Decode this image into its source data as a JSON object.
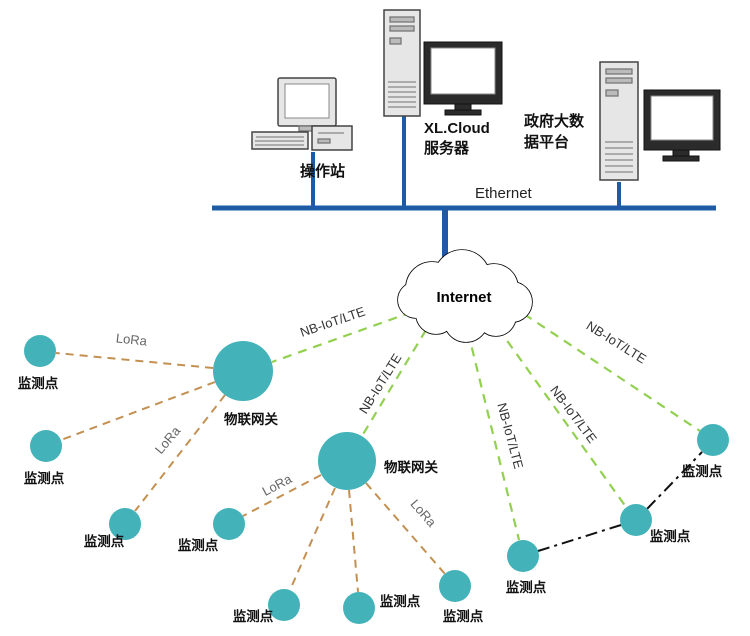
{
  "colors": {
    "node": "#43b3b9",
    "ethernet": "#1e5ba7",
    "nbiot": "#92d050",
    "lora": "#c49052",
    "dashdot": "#111111"
  },
  "icons": {
    "workstation": "workstation-computer-icon",
    "server": "server-tower-with-monitor-icon",
    "cloud": "internet-cloud-icon"
  },
  "stations": {
    "operator": {
      "label": "操作站"
    },
    "cloud_server": {
      "label_line1": "XL.Cloud",
      "label_line2": "服务器"
    },
    "gov_platform": {
      "label_line1": "政府大数",
      "label_line2": "据平台"
    }
  },
  "network": {
    "ethernet_label": "Ethernet",
    "internet_label": "Internet"
  },
  "gateways": [
    {
      "label": "物联网关"
    },
    {
      "label": "物联网关"
    }
  ],
  "monitor_points": [
    {
      "label": "监测点"
    },
    {
      "label": "监测点"
    },
    {
      "label": "监测点"
    },
    {
      "label": "监测点"
    },
    {
      "label": "监测点"
    },
    {
      "label": "监测点"
    },
    {
      "label": "监测点"
    },
    {
      "label": "监测点"
    },
    {
      "label": "监测点"
    },
    {
      "label": "监测点"
    }
  ],
  "link_labels": {
    "nbiot": [
      "NB-IoT/LTE",
      "NB-IoT/LTE",
      "NB-IoT/LTE",
      "NB-IoT/LTE",
      "NB-IoT/LTE"
    ],
    "lora": [
      "LoRa",
      "LoRa",
      "LoRa",
      "LoRa"
    ]
  }
}
